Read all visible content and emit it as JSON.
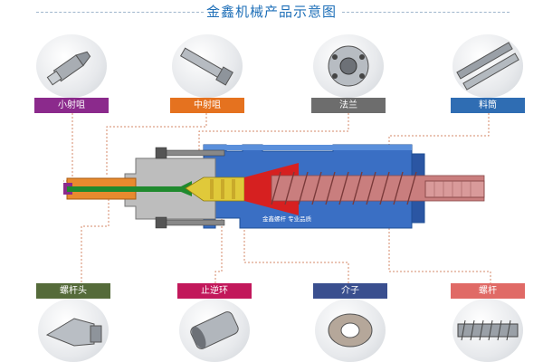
{
  "title": "金鑫机械产品示意图",
  "top_parts": [
    {
      "label": "小射咀",
      "color": "#8b2a8c",
      "icon": "nozzle-small"
    },
    {
      "label": "中射咀",
      "color": "#e5721f",
      "icon": "nozzle-middle"
    },
    {
      "label": "法兰",
      "color": "#6d6d6d",
      "icon": "flange"
    },
    {
      "label": "料筒",
      "color": "#2f6db3",
      "icon": "barrel"
    }
  ],
  "bottom_parts": [
    {
      "label": "螺杆头",
      "color": "#556b3a",
      "icon": "screw-head"
    },
    {
      "label": "止逆环",
      "color": "#c2185b",
      "icon": "check-ring"
    },
    {
      "label": "介子",
      "color": "#3a4f8f",
      "icon": "washer"
    },
    {
      "label": "螺杆",
      "color": "#e06a66",
      "icon": "screw"
    }
  ],
  "barrel_text": "金鑫螺杆   专业品质",
  "colors": {
    "barrel": "#3a6fc4",
    "barrel_end": "#2b56a3",
    "flange": "#b9b9b9",
    "nozzle": "#e88a2e",
    "melt": "#d62020",
    "screw": "#c97e7e",
    "gold": "#e0c93a",
    "green": "#1f8a2e"
  }
}
